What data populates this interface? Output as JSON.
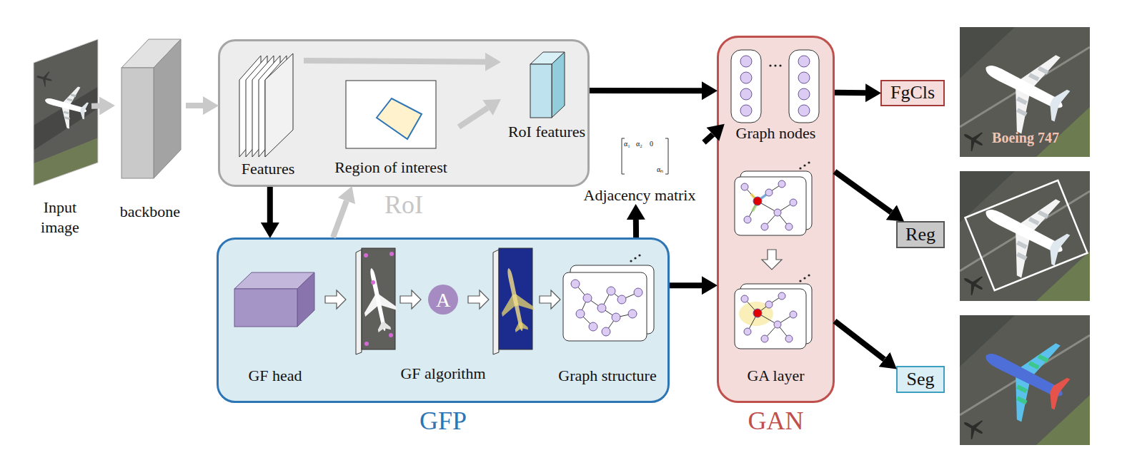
{
  "diagram": {
    "nodes": [
      {
        "text": [
          "Input image"
        ]
      },
      {
        "text": [
          "backbone"
        ]
      },
      {
        "text": [
          "RoI"
        ]
      },
      {
        "text": [
          "Features"
        ],
        "in": 2
      },
      {
        "text": [
          "Region of interest"
        ],
        "in": 2
      },
      {
        "text": [
          "RoI features"
        ],
        "in": 2
      },
      {
        "text": [
          "GFP"
        ]
      },
      {
        "text": [
          "GF head"
        ],
        "in": 6
      },
      {
        "text": [
          "A",
          "GF algorithm"
        ],
        "in": 6
      },
      {
        "text": [
          "Graph structure"
        ],
        "in": 6
      },
      {
        "text": [
          "Adjacency matrix"
        ]
      },
      {
        "text": [
          "GAN"
        ]
      },
      {
        "text": [
          "Graph nodes"
        ],
        "in": 11
      },
      {
        "text": [
          "GA layer"
        ],
        "in": 11
      },
      {
        "text": [
          "FgCls"
        ]
      },
      {
        "text": [
          "Reg"
        ]
      },
      {
        "text": [
          "Seg"
        ]
      }
    ],
    "edges": [
      {
        "from": 0,
        "to": 1,
        "arrow": "to"
      },
      {
        "from": 1,
        "to": 2,
        "arrow": "to"
      },
      {
        "from": 3,
        "to": 5,
        "arrow": "to"
      },
      {
        "from": 4,
        "to": 5,
        "arrow": "to"
      },
      {
        "from": 2,
        "to": 6,
        "arrow": "to"
      },
      {
        "from": 6,
        "to": 2,
        "arrow": "to"
      },
      {
        "from": 2,
        "to": 11,
        "arrow": "to"
      },
      {
        "from": 6,
        "to": 10,
        "arrow": "to"
      },
      {
        "from": 10,
        "to": 12,
        "arrow": "to"
      },
      {
        "from": 6,
        "to": 11,
        "arrow": "to"
      },
      {
        "from": 11,
        "to": 14,
        "arrow": "to"
      },
      {
        "from": 11,
        "to": 15,
        "arrow": "to"
      },
      {
        "from": 11,
        "to": 16,
        "arrow": "to"
      }
    ],
    "labels": [
      "α₁",
      "α₂",
      "0",
      "αₙ",
      "Boeing 747"
    ]
  }
}
